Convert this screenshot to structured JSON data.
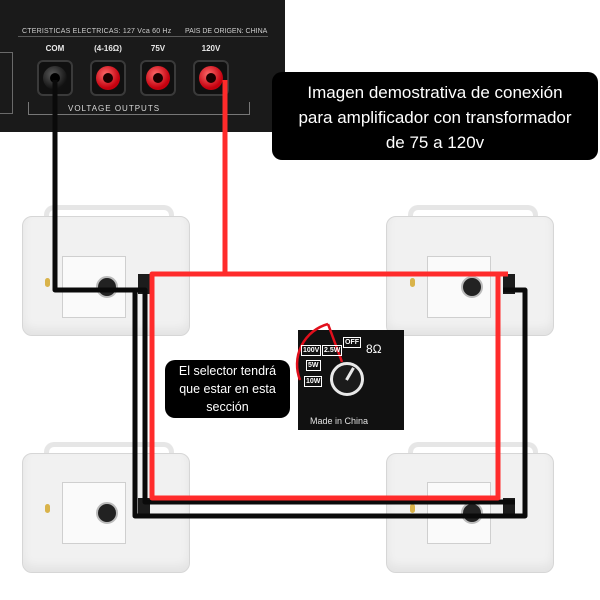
{
  "amplifier": {
    "spec_text": "CTERISTICAS ELECTRICAS: 127 Vca 60 Hz",
    "origin_text": "PAIS DE ORIGEN: CHINA",
    "terminals": [
      {
        "label": "COM",
        "color": "black"
      },
      {
        "label": "(4-16Ω)",
        "color": "red"
      },
      {
        "label": "75V",
        "color": "red"
      },
      {
        "label": "120V",
        "color": "red"
      }
    ],
    "section_label": "VOLTAGE OUTPUTS"
  },
  "callout": {
    "line1": "Imagen demostrativa de conexión",
    "line2": "para amplificador con transformador",
    "line3": "de 75 a 120v"
  },
  "selector": {
    "labels": [
      "100V",
      "2.5W",
      "OFF",
      "5W",
      "10W"
    ],
    "impedance": "8Ω",
    "made_in": "Made in China"
  },
  "note": {
    "line1": "El selector tendrá",
    "line2": "que estar en esta",
    "line3": "sección"
  },
  "colors": {
    "wire_red": "#ff2b2b",
    "wire_black": "#0a0a0a",
    "accent_red": "#e10f1c"
  }
}
